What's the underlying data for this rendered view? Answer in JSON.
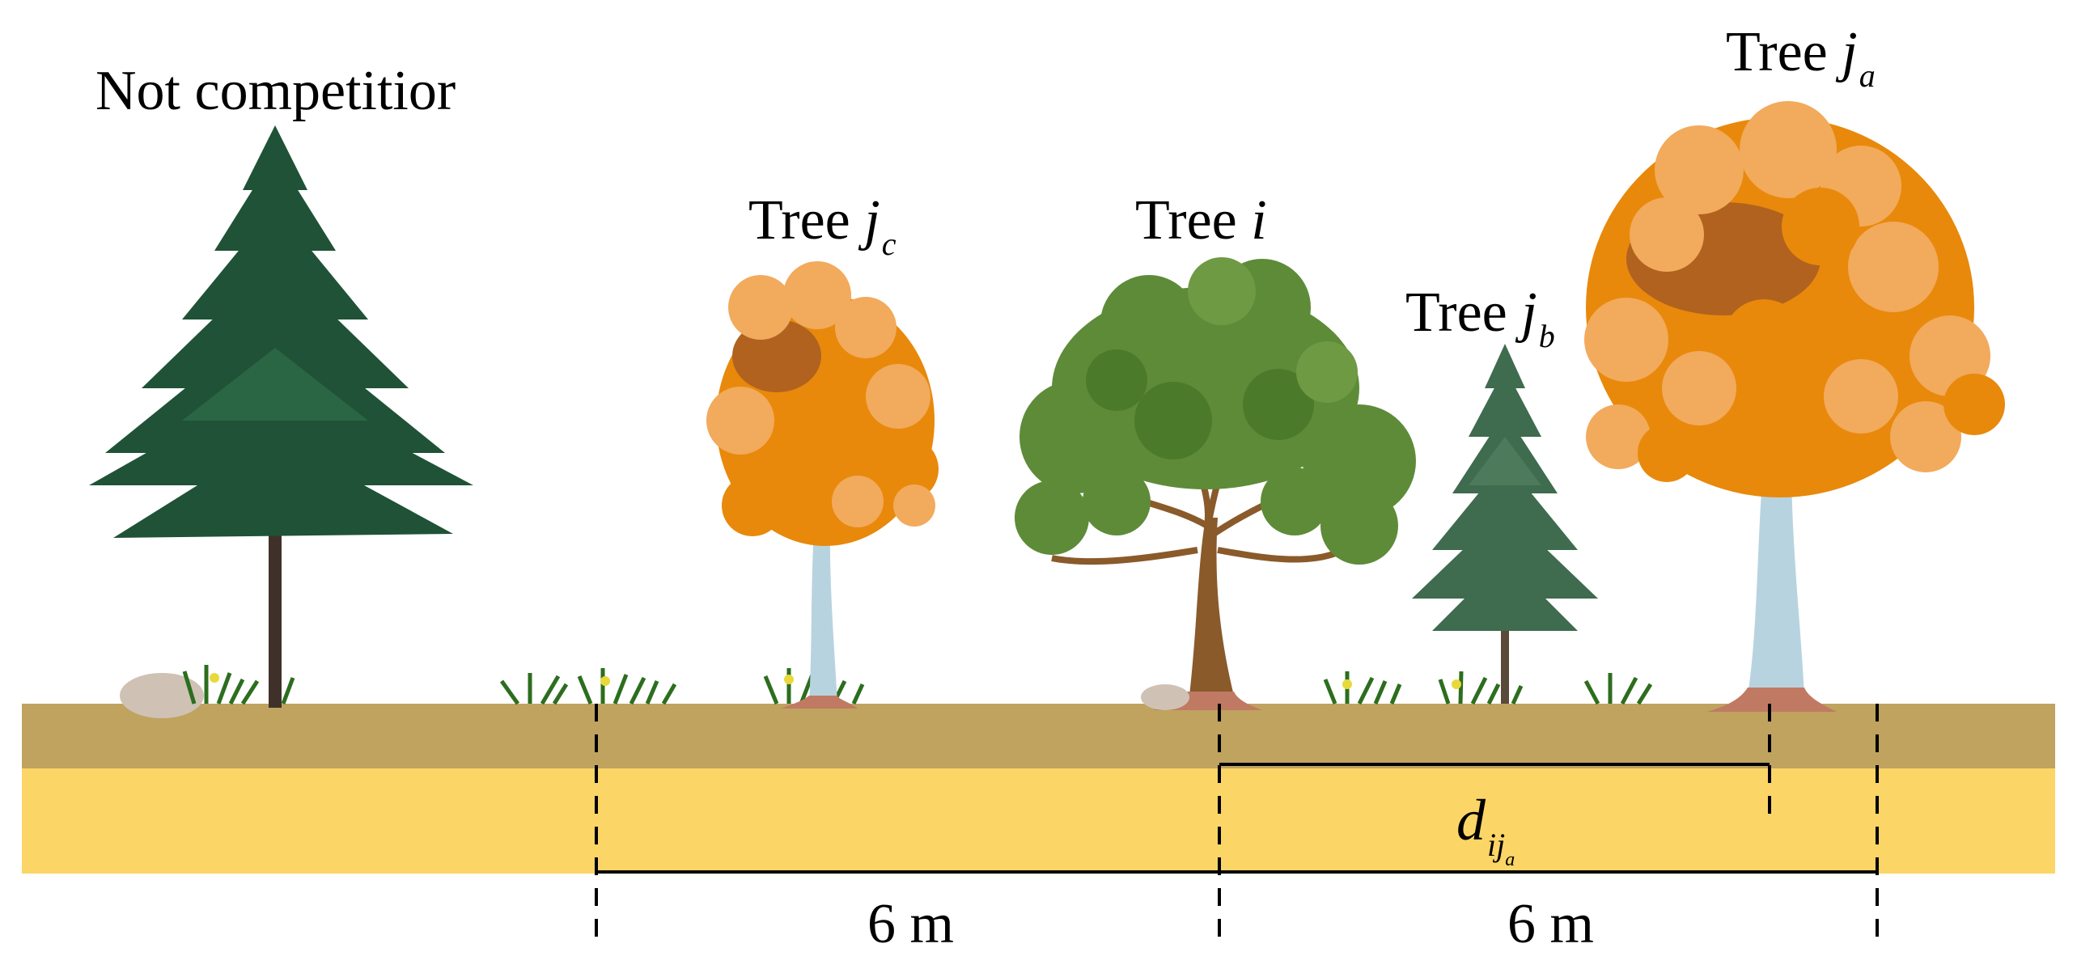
{
  "labels": {
    "not_competitor": "Not competitior",
    "tree_prefix": "Tree",
    "tree_ja_var": "j",
    "tree_ja_sub": "a",
    "tree_jc_var": "j",
    "tree_jc_sub": "c",
    "tree_i_var": "i",
    "tree_jb_var": "j",
    "tree_jb_sub": "b",
    "distance_var": "d",
    "distance_sub": "ij",
    "distance_subsub": "a",
    "left_measure": "6 m",
    "right_measure": "6 m"
  },
  "colors": {
    "soil_top": "#bfa35f",
    "soil_bottom": "#fcd567",
    "conifer_dark": "#1f5236",
    "conifer_light": "#3f6b4e",
    "autumn_orange": "#e8890b",
    "autumn_light": "#f2aa5c",
    "autumn_brown": "#b1621f",
    "broadleaf_green": "#5e8b38",
    "birch_trunk": "#b8d3e0",
    "oak_trunk": "#8a5a2b",
    "pine_trunk": "#3f3129"
  }
}
